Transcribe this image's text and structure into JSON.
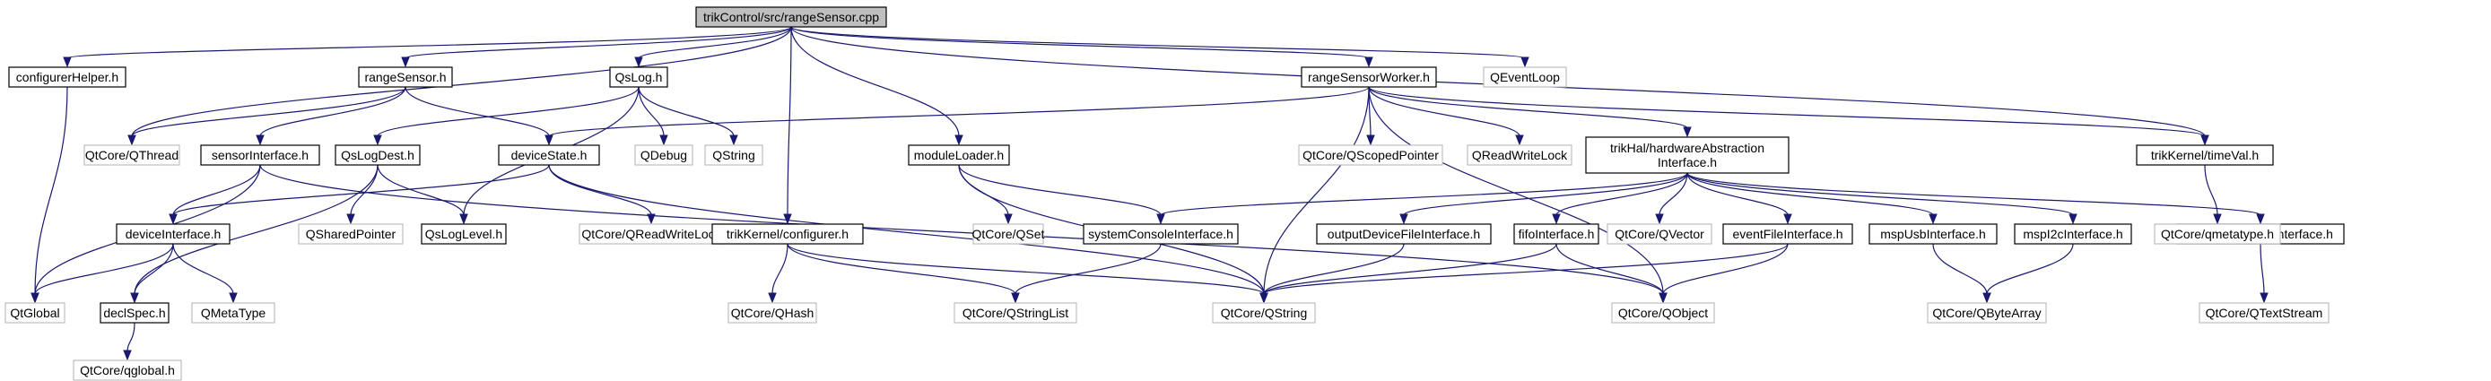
{
  "nodes": [
    {
      "id": "root",
      "label": "trikControl/src/rangeSensor.cpp",
      "kind": "root"
    },
    {
      "id": "cfgHelper",
      "label": "configurerHelper.h",
      "kind": "file"
    },
    {
      "id": "rangeSensorH",
      "label": "rangeSensor.h",
      "kind": "file"
    },
    {
      "id": "qslog",
      "label": "QsLog.h",
      "kind": "file"
    },
    {
      "id": "rsw",
      "label": "rangeSensorWorker.h",
      "kind": "file"
    },
    {
      "id": "qeventloop",
      "label": "QEventLoop",
      "kind": "external"
    },
    {
      "id": "qthread",
      "label": "QtCore/QThread",
      "kind": "external"
    },
    {
      "id": "sensorIf",
      "label": "sensorInterface.h",
      "kind": "file"
    },
    {
      "id": "qslogdest",
      "label": "QsLogDest.h",
      "kind": "file"
    },
    {
      "id": "qdebug",
      "label": "QDebug",
      "kind": "external"
    },
    {
      "id": "qstring",
      "label": "QString",
      "kind": "external"
    },
    {
      "id": "devState",
      "label": "deviceState.h",
      "kind": "file"
    },
    {
      "id": "modLoader",
      "label": "moduleLoader.h",
      "kind": "file"
    },
    {
      "id": "qscoped",
      "label": "QtCore/QScopedPointer",
      "kind": "external"
    },
    {
      "id": "qrwlock",
      "label": "QReadWriteLock",
      "kind": "external"
    },
    {
      "id": "hal",
      "label": "trikHal/hardwareAbstraction\nInterface.h",
      "kind": "file"
    },
    {
      "id": "timeval",
      "label": "trikKernel/timeVal.h",
      "kind": "file"
    },
    {
      "id": "qshared",
      "label": "QSharedPointer",
      "kind": "external"
    },
    {
      "id": "qsloglevel",
      "label": "QsLogLevel.h",
      "kind": "file"
    },
    {
      "id": "qtrwlock",
      "label": "QtCore/QReadWriteLock",
      "kind": "external"
    },
    {
      "id": "qset",
      "label": "QtCore/QSet",
      "kind": "external"
    },
    {
      "id": "sysConsole",
      "label": "systemConsoleInterface.h",
      "kind": "file"
    },
    {
      "id": "outFile",
      "label": "outputDeviceFileInterface.h",
      "kind": "file"
    },
    {
      "id": "fifo",
      "label": "fifoInterface.h",
      "kind": "file"
    },
    {
      "id": "qvector",
      "label": "QtCore/QVector",
      "kind": "external"
    },
    {
      "id": "eventFile",
      "label": "eventFileInterface.h",
      "kind": "file"
    },
    {
      "id": "mspUsb",
      "label": "mspUsbInterface.h",
      "kind": "file"
    },
    {
      "id": "mspI2c",
      "label": "mspI2cInterface.h",
      "kind": "file"
    },
    {
      "id": "inFile",
      "label": "inputDeviceFileInterface.h",
      "kind": "file"
    },
    {
      "id": "qmetatypeh",
      "label": "QtCore/qmetatype.h",
      "kind": "external"
    },
    {
      "id": "devIf",
      "label": "deviceInterface.h",
      "kind": "file"
    },
    {
      "id": "configurer",
      "label": "trikKernel/configurer.h",
      "kind": "file"
    },
    {
      "id": "qglobal",
      "label": "QtGlobal",
      "kind": "external"
    },
    {
      "id": "declspec",
      "label": "declSpec.h",
      "kind": "file"
    },
    {
      "id": "qmetatype",
      "label": "QMetaType",
      "kind": "external"
    },
    {
      "id": "qhash",
      "label": "QtCore/QHash",
      "kind": "external"
    },
    {
      "id": "qstringlist",
      "label": "QtCore/QStringList",
      "kind": "external"
    },
    {
      "id": "qtqstring",
      "label": "QtCore/QString",
      "kind": "external"
    },
    {
      "id": "qobject",
      "label": "QtCore/QObject",
      "kind": "external"
    },
    {
      "id": "qbytearray",
      "label": "QtCore/QByteArray",
      "kind": "external"
    },
    {
      "id": "qtextstream",
      "label": "QtCore/QTextStream",
      "kind": "external"
    },
    {
      "id": "qglobalh",
      "label": "QtCore/qglobal.h",
      "kind": "external"
    }
  ],
  "edges": [
    [
      "root",
      "cfgHelper"
    ],
    [
      "root",
      "qthread"
    ],
    [
      "root",
      "rangeSensorH"
    ],
    [
      "root",
      "qslog"
    ],
    [
      "root",
      "configurer"
    ],
    [
      "root",
      "modLoader"
    ],
    [
      "root",
      "rsw"
    ],
    [
      "root",
      "timeval"
    ],
    [
      "root",
      "qeventloop"
    ],
    [
      "cfgHelper",
      "qglobal"
    ],
    [
      "rangeSensorH",
      "qthread"
    ],
    [
      "rangeSensorH",
      "sensorIf"
    ],
    [
      "rangeSensorH",
      "devState"
    ],
    [
      "qslog",
      "qslogdest"
    ],
    [
      "qslog",
      "qsloglevel"
    ],
    [
      "qslog",
      "qdebug"
    ],
    [
      "qslog",
      "qstring"
    ],
    [
      "rsw",
      "devState"
    ],
    [
      "rsw",
      "qtqstring"
    ],
    [
      "rsw",
      "qscoped"
    ],
    [
      "rsw",
      "qrwlock"
    ],
    [
      "rsw",
      "hal"
    ],
    [
      "rsw",
      "timeval"
    ],
    [
      "rsw",
      "qobject"
    ],
    [
      "sensorIf",
      "devIf"
    ],
    [
      "sensorIf",
      "qglobal"
    ],
    [
      "sensorIf",
      "qobject"
    ],
    [
      "qslogdest",
      "declspec"
    ],
    [
      "qslogdest",
      "qshared"
    ],
    [
      "qslogdest",
      "qsloglevel"
    ],
    [
      "devState",
      "devIf"
    ],
    [
      "devState",
      "qtrwlock"
    ],
    [
      "devState",
      "qtqstring"
    ],
    [
      "modLoader",
      "qtqstring"
    ],
    [
      "modLoader",
      "qset"
    ],
    [
      "modLoader",
      "sysConsole"
    ],
    [
      "hal",
      "sysConsole"
    ],
    [
      "hal",
      "outFile"
    ],
    [
      "hal",
      "fifo"
    ],
    [
      "hal",
      "qvector"
    ],
    [
      "hal",
      "eventFile"
    ],
    [
      "hal",
      "mspUsb"
    ],
    [
      "hal",
      "mspI2c"
    ],
    [
      "hal",
      "inFile"
    ],
    [
      "timeval",
      "qmetatypeh"
    ],
    [
      "devIf",
      "qglobal"
    ],
    [
      "devIf",
      "declspec"
    ],
    [
      "devIf",
      "qmetatype"
    ],
    [
      "configurer",
      "qhash"
    ],
    [
      "configurer",
      "qstringlist"
    ],
    [
      "configurer",
      "qtqstring"
    ],
    [
      "declspec",
      "qglobalh"
    ],
    [
      "sysConsole",
      "qstringlist"
    ],
    [
      "outFile",
      "qtqstring"
    ],
    [
      "fifo",
      "qtqstring"
    ],
    [
      "fifo",
      "qobject"
    ],
    [
      "eventFile",
      "qtqstring"
    ],
    [
      "eventFile",
      "qobject"
    ],
    [
      "mspUsb",
      "qbytearray"
    ],
    [
      "mspI2c",
      "qbytearray"
    ],
    [
      "inFile",
      "qtextstream"
    ]
  ]
}
